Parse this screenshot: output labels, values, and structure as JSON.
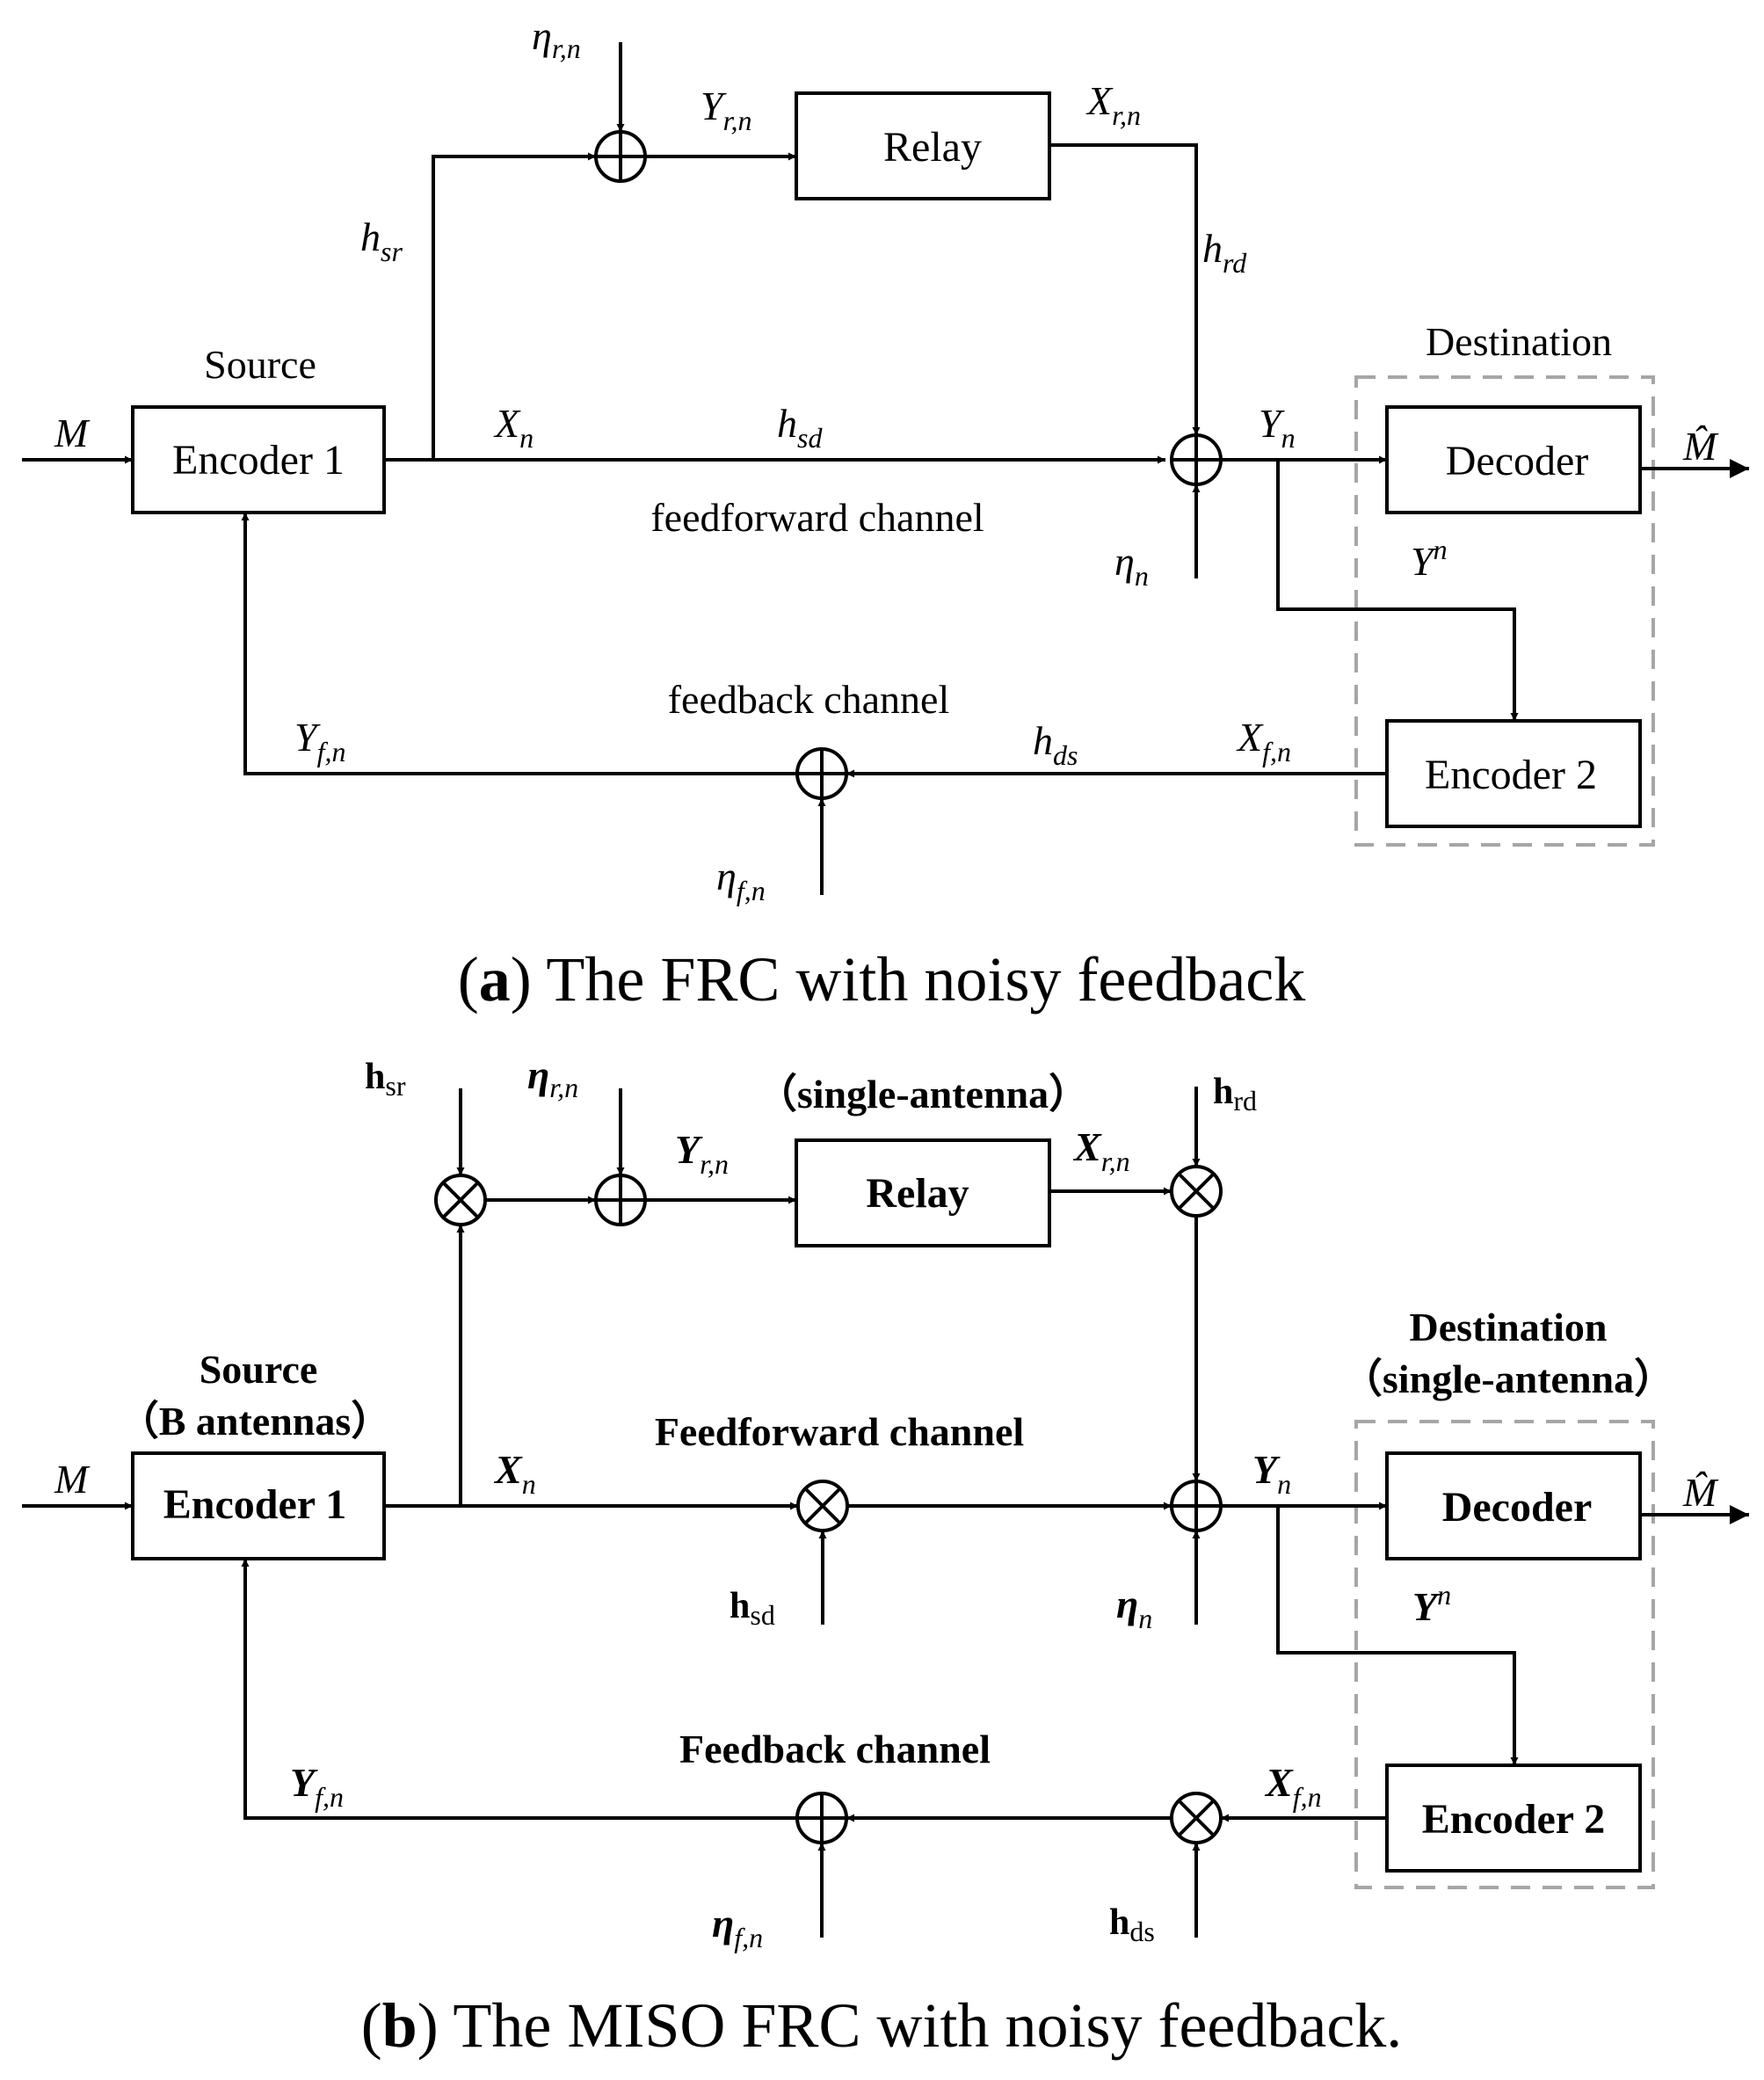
{
  "panel_a": {
    "blocks": {
      "encoder1": "Encoder 1",
      "relay": "Relay",
      "decoder": "Decoder",
      "encoder2": "Encoder 2"
    },
    "labels": {
      "source": "Source",
      "destination": "Destination",
      "feedforward_channel": "feedforward channel",
      "feedback_channel": "feedback channel"
    },
    "symbols": {
      "M": "M",
      "M_hat": "M̂",
      "eta": "η",
      "Y": "Y",
      "X": "X",
      "h": "h",
      "sub_rn": "r,n",
      "sub_n": "n",
      "sub_fn": "f,n",
      "sub_sr": "sr",
      "sub_rd": "rd",
      "sub_sd": "sd",
      "sub_ds": "ds",
      "sup_n": "n"
    },
    "caption": {
      "letter": "a",
      "text": " The FRC with noisy feedback"
    }
  },
  "panel_b": {
    "blocks": {
      "encoder1": "Encoder 1",
      "relay": "Relay",
      "decoder": "Decoder",
      "encoder2": "Encoder 2"
    },
    "labels": {
      "source": "Source",
      "source_antennas": "（B antennas）",
      "relay_antennas": "（single-antenna）",
      "destination": "Destination",
      "destination_antennas": "（single-antenna）",
      "feedforward_channel": "Feedforward channel",
      "feedback_channel": "Feedback channel"
    },
    "symbols": {
      "M": "M",
      "M_hat": "M̂",
      "eta": "η",
      "Y": "Y",
      "X": "X",
      "h": "h",
      "sub_rn": "r,n",
      "sub_n": "n",
      "sub_fn": "f,n",
      "sub_sr": "sr",
      "sub_rd": "rd",
      "sub_sd": "sd",
      "sub_ds": "ds",
      "sup_n": "n"
    },
    "caption": {
      "letter": "b",
      "text": " The MISO FRC with noisy feedback."
    }
  }
}
